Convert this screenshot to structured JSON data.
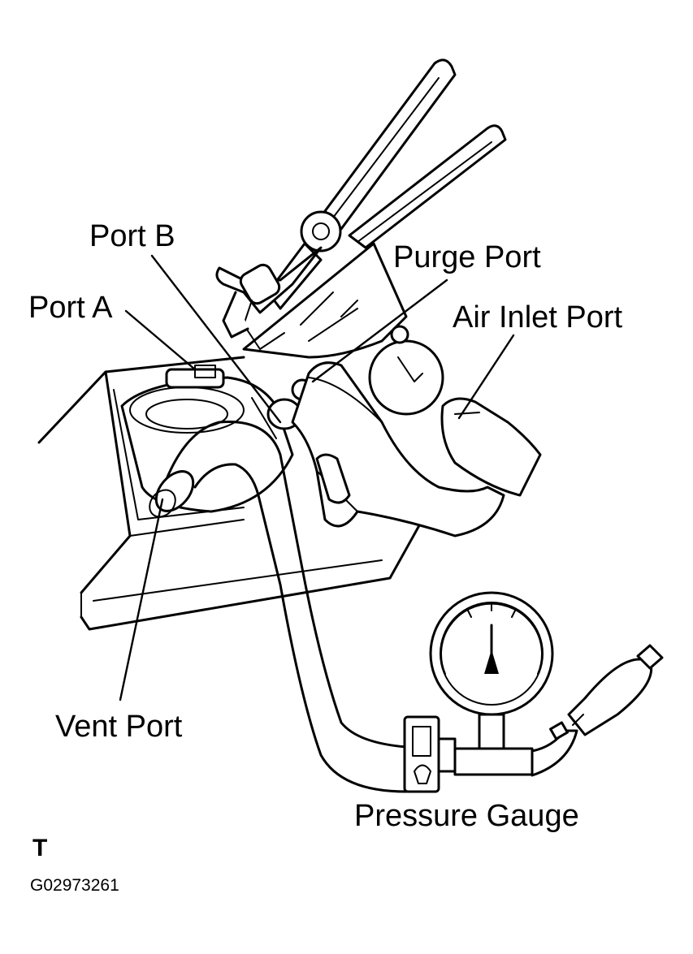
{
  "labels": {
    "port_b": "Port B",
    "purge_port": "Purge Port",
    "port_a": "Port A",
    "air_inlet_port": "Air Inlet Port",
    "vent_port": "Vent Port",
    "pressure_gauge": "Pressure Gauge"
  },
  "corner_mark": "T",
  "figure_code": "G02973261"
}
